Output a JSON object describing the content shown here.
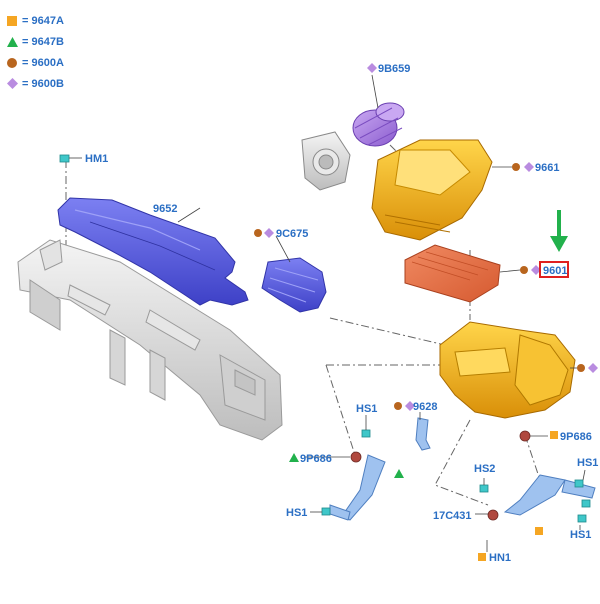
{
  "legend": [
    {
      "symbol": "square",
      "color": "#f5a623",
      "label": "= 9647A"
    },
    {
      "symbol": "triangle",
      "color": "#22b14c",
      "label": "= 9647B"
    },
    {
      "symbol": "circle",
      "color": "#b8651e",
      "label": "= 9600A"
    },
    {
      "symbol": "diamond",
      "color": "#b98ce0",
      "label": "= 9600B"
    }
  ],
  "callouts": {
    "hm1": "HM1",
    "p9652": "9652",
    "p9b659": "9B659",
    "p9661": "9661",
    "p9c675": "9C675",
    "p9601": "9601",
    "p9628": "9628",
    "p9p686_right": "9P686",
    "p9p686_left": "9P686",
    "hs1_a": "HS1",
    "hs1_b": "HS1",
    "hs1_c": "HS1",
    "hs1_d": "HS1",
    "hs2": "HS2",
    "p17c431": "17C431",
    "hn1": "HN1"
  },
  "colors": {
    "callout_text": "#2b6fc4",
    "highlight_box": "#e0201f",
    "arrow": "#22b14c",
    "duct_blue": "#5b5fe0",
    "housing_yellow": "#f2b51c",
    "filter_orange": "#e8724a",
    "resonator_purple": "#a77be0",
    "bracket_lightblue": "#8fb6e8",
    "frame_gray": "#d9d9d9",
    "clip_cyan": "#3fc7c9"
  },
  "icons": [
    "square-icon",
    "triangle-icon",
    "circle-icon",
    "diamond-icon",
    "down-arrow-icon"
  ]
}
